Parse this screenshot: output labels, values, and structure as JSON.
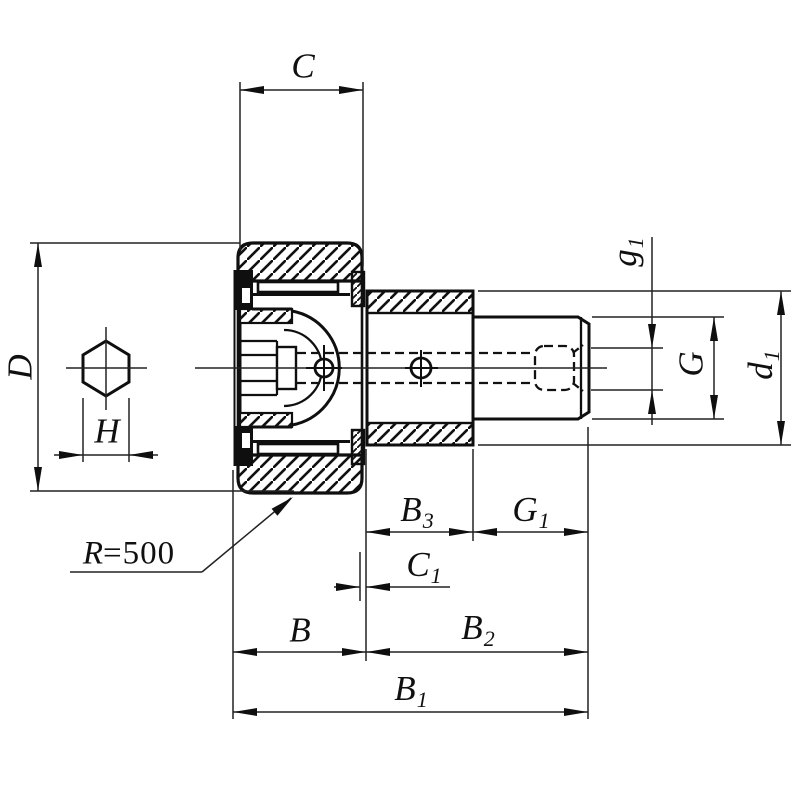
{
  "drawing": {
    "kind": "bearing-cross-section",
    "colors": {
      "background": "#ffffff",
      "line": "#111111"
    },
    "labels": {
      "C": {
        "base": "C",
        "sub": ""
      },
      "D": {
        "base": "D",
        "sub": ""
      },
      "H": {
        "base": "H",
        "sub": ""
      },
      "R": {
        "base": "R",
        "rest": "=500"
      },
      "B3": {
        "base": "B",
        "sub": "3"
      },
      "G1": {
        "base": "G",
        "sub": "1"
      },
      "C1": {
        "base": "C",
        "sub": "1"
      },
      "B": {
        "base": "B",
        "sub": ""
      },
      "B2": {
        "base": "B",
        "sub": "2"
      },
      "B1": {
        "base": "B",
        "sub": "1"
      },
      "g1": {
        "base": "g",
        "sub": "1"
      },
      "G": {
        "base": "G",
        "sub": ""
      },
      "d1": {
        "base": "d",
        "sub": "1"
      }
    }
  }
}
